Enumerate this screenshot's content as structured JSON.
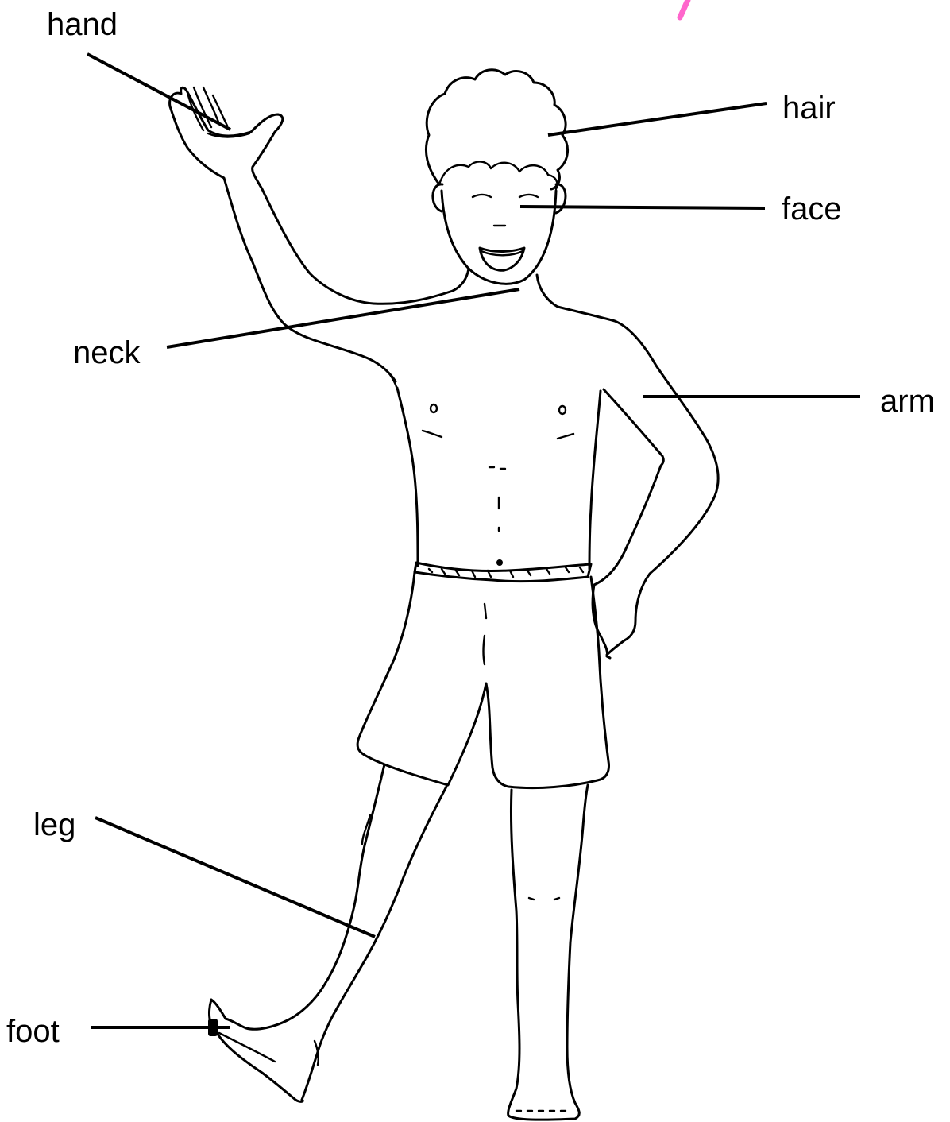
{
  "labels": {
    "hand": "hand",
    "hair": "hair",
    "face": "face",
    "neck": "neck",
    "arm": "arm",
    "leg": "leg",
    "foot": "foot"
  },
  "colors": {
    "ink": "#000000",
    "accent_mark": "#ff66cc",
    "background": "#ffffff"
  }
}
